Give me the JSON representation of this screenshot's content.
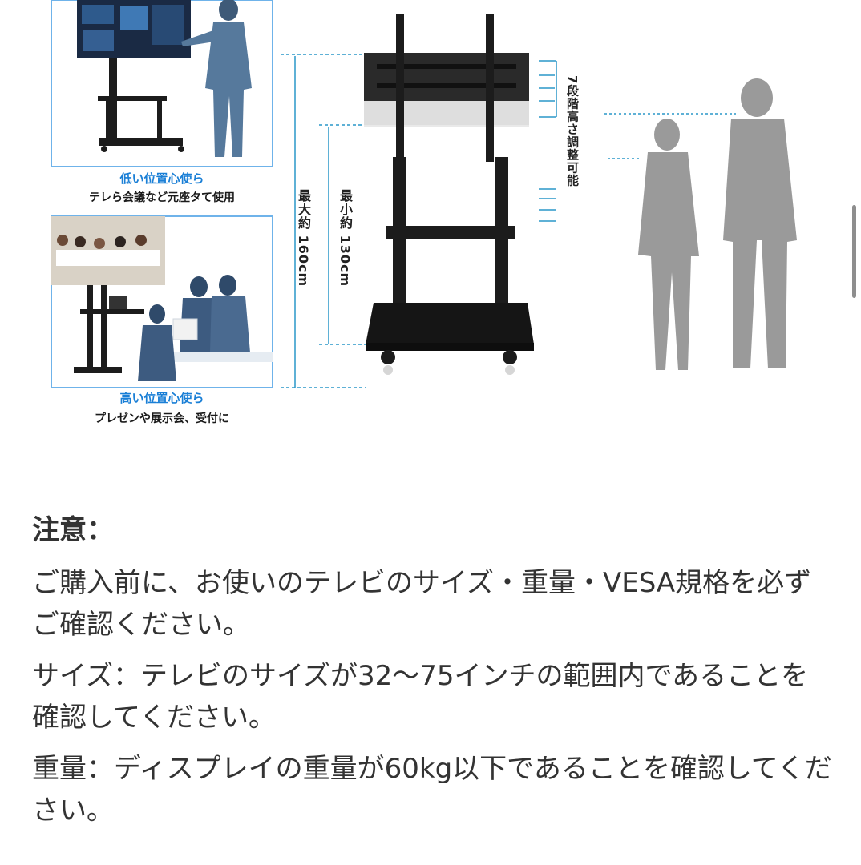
{
  "image": {
    "low_caption": "低い位置心使ら",
    "low_desc": "テレら会議など元座タて使用",
    "high_caption": "高い位置心使ら",
    "high_desc": "プレゼンや展示会、受付に",
    "max_height": "最大約 160cm",
    "min_height": "最小約 130cm",
    "adjust_label": "7段階高さ調整可能"
  },
  "notes": {
    "heading": "注意：",
    "p1": "ご購入前に、お使いのテレビのサイズ・重量・VESA規格を必ずご確認ください。",
    "p2": "サイズ：テレビのサイズが32〜75インチの範囲内であることを確認してください。",
    "p3": "重量：ディスプレイの重量が60kg以下であることを確認してください。"
  },
  "colors": {
    "accent_blue": "#1a7fd6",
    "frame_blue": "#6fb3ea",
    "text": "#333333",
    "stand_black": "#1c1c1c",
    "silhouette_gray": "#9a9a9a"
  }
}
